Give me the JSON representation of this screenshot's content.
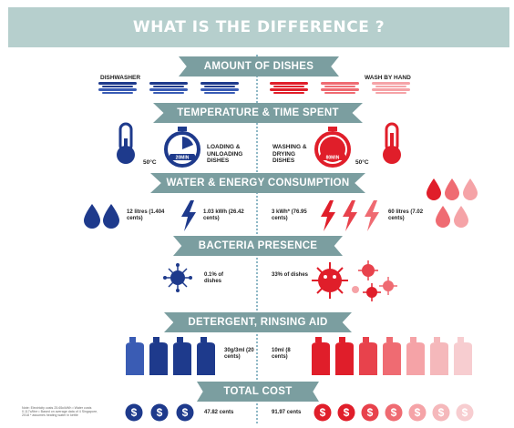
{
  "title": "WHAT IS THE DIFFERENCE ?",
  "sections": {
    "dishes": "AMOUNT OF DISHES",
    "temperature": "TEMPERATURE & TIME SPENT",
    "water": "WATER & ENERGY CONSUMPTION",
    "bacteria": "BACTERIA PRESENCE",
    "detergent": "DETERGENT, RINSING AID",
    "cost": "TOTAL COST"
  },
  "dishwasher": {
    "label": "DISHWASHER",
    "temp": "50°C",
    "timer_word": "20MIN",
    "activity": "LOADING & UNLOADING DISHES",
    "water": "12 litres (1.404 cents)",
    "energy": "1.03 kWh (26.42 cents)",
    "bacteria": "0.1% of dishes",
    "detergent": "30g/3ml (20 cents)",
    "cost": "47.82 cents"
  },
  "hand": {
    "label": "WASH BY HAND",
    "temp": "50°C",
    "timer_word": "80MIN",
    "activity": "WASHING & DRYING DISHES",
    "energy": "3 kWh* (76.95 cents)",
    "water": "60 litres (7.02 cents)",
    "bacteria": "33% of dishes",
    "detergent": "10ml (8 cents)",
    "cost": "91.97 cents"
  },
  "notes": "Note: Electricity costs 25.65c/kWh • Water costs 0.117c/litre • Based on average data of 4 Singapore, 2018 * assumes heating water in kettle",
  "colors": {
    "blue": "#1e3a8c",
    "red": "#e01e2a",
    "banner": "#7b9ea0",
    "title_bg": "#b6cfcd"
  }
}
